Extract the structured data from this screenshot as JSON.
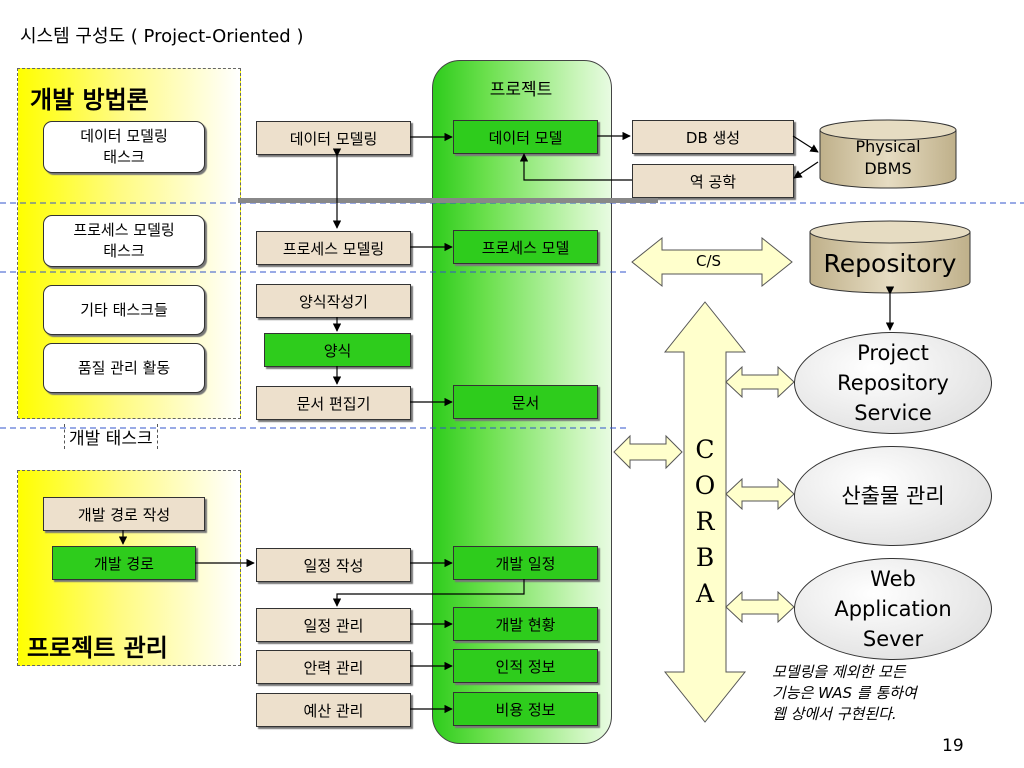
{
  "title": "시스템 구성도 ( Project-Oriented )",
  "methodology": {
    "heading": "개발 방법론",
    "tasks": [
      {
        "line1": "데이터 모델링",
        "line2": "태스크"
      },
      {
        "line1": "프로세스 모델링",
        "line2": "태스크"
      },
      {
        "line1": "기타 태스크들",
        "line2": ""
      },
      {
        "line1": "품질 관리 활동",
        "line2": ""
      }
    ]
  },
  "dev_task_label": "개발 태스크",
  "project_mgmt": {
    "heading": "프로젝트 관리",
    "route_write": "개발 경로 작성",
    "route": "개발 경로"
  },
  "tools": {
    "data_modeling": "데이터 모델링",
    "process_modeling": "프로세스 모델링",
    "form_writer": "양식작성기",
    "form": "양식",
    "doc_editor": "문서 편집기",
    "schedule_write": "일정 작성",
    "schedule_mgmt": "일정 관리",
    "staff_mgmt": "안력 관리",
    "budget_mgmt": "예산 관리"
  },
  "project": {
    "label": "프로젝트",
    "data_model": "데이터 모델",
    "process_model": "프로세스 모델",
    "document": "문서",
    "dev_schedule": "개발 일정",
    "dev_status": "개발 현황",
    "staff_info": "인적 정보",
    "cost_info": "비용 정보"
  },
  "dbms": {
    "db_create": "DB 생성",
    "reverse_eng": "역 공학",
    "physical_line1": "Physical",
    "physical_line2": "DBMS"
  },
  "cs_label": "C/S",
  "repository": "Repository",
  "corba_letters": [
    "C",
    "O",
    "R",
    "B",
    "A"
  ],
  "services": {
    "prs": [
      "Project",
      "Repository",
      "Service"
    ],
    "artifact": "산출물 관리",
    "was": [
      "Web",
      "Application",
      "Sever"
    ]
  },
  "note_lines": [
    "모델링을 제외한 모든",
    "기능은 WAS 를 통하여",
    "웹  상에서 구현된다."
  ],
  "page_number": "19",
  "colors": {
    "green": "#2ecc1c",
    "tan": "#ede0cc",
    "yellow": "#ffff00",
    "arrow_fill": "#ffffcc",
    "cylinder": "#d6c9a8",
    "dash_line": "#3355cc"
  }
}
